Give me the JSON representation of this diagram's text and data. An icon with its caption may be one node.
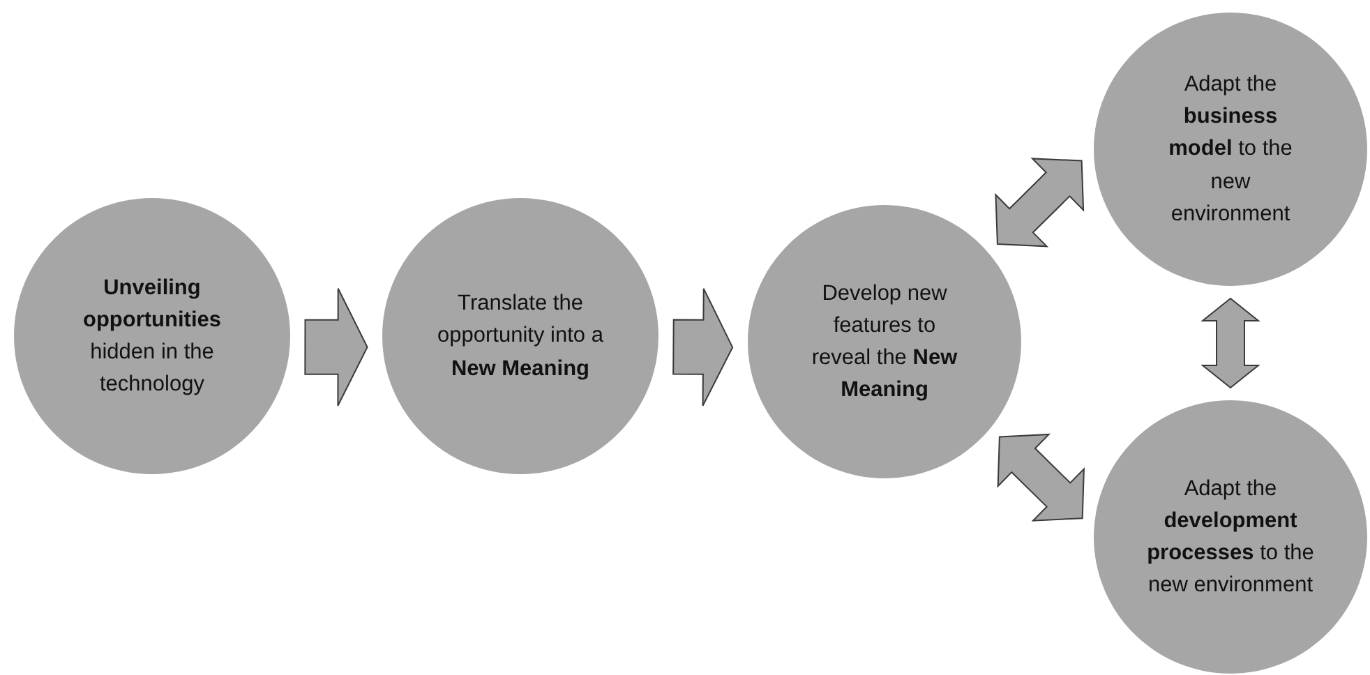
{
  "diagram": {
    "nodes": [
      {
        "text": [
          "**Unveiling opportunities** hidden in the technology"
        ]
      },
      {
        "text": [
          "Translate the opportunity into a **New Meaning**"
        ]
      },
      {
        "text": [
          "Develop new features to reveal the **New Meaning**"
        ]
      },
      {
        "text": [
          "Adapt the **business model** to the new environment"
        ]
      },
      {
        "text": [
          "Adapt the **development processes** to the new environment"
        ]
      }
    ],
    "edges": [
      {
        "from": 0,
        "to": 1,
        "arrow": "to"
      },
      {
        "from": 1,
        "to": 2,
        "arrow": "to"
      },
      {
        "from": 2,
        "to": 3,
        "arrow": "both"
      },
      {
        "from": 2,
        "to": 4,
        "arrow": "both"
      },
      {
        "from": 3,
        "to": 4,
        "arrow": "both"
      }
    ]
  }
}
